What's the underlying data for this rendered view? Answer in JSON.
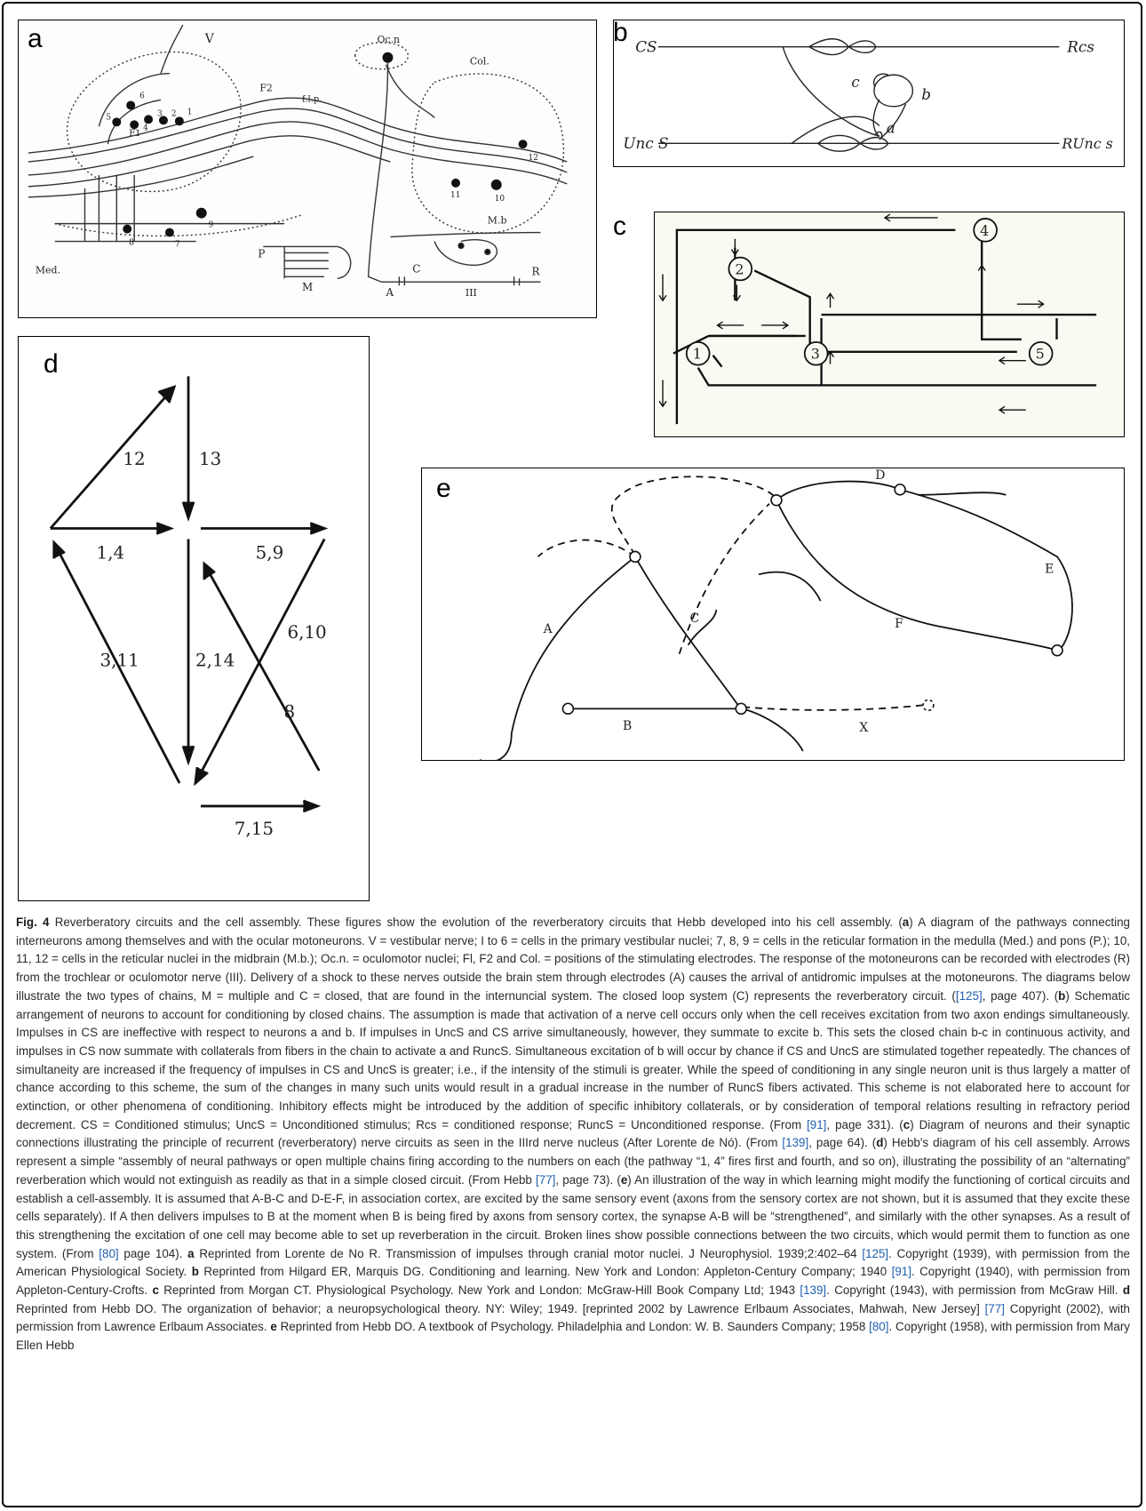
{
  "panels": {
    "a": {
      "letter": "a",
      "labels": [
        "V",
        "6",
        "5",
        "4",
        "3",
        "2",
        "1",
        "F1",
        "F2",
        "f.l.p.",
        "Oc.n",
        "Col.",
        "12",
        "11",
        "10",
        "M.b",
        "9",
        "8",
        "7",
        "P",
        "Med.",
        "M",
        "C",
        "A",
        "R",
        "III"
      ]
    },
    "b": {
      "letter": "b",
      "labels": {
        "cs": "CS",
        "rcs": "Rcs",
        "uncs": "Unc S",
        "runcs": "RUnc s",
        "a": "a",
        "b": "b",
        "c": "c"
      }
    },
    "c": {
      "letter": "c",
      "neurons": [
        "1",
        "2",
        "3",
        "4",
        "5"
      ]
    },
    "d": {
      "letter": "d",
      "labels": [
        "12",
        "13",
        "1,4",
        "5,9",
        "3,11",
        "2,14",
        "6,10",
        "8",
        "7,15"
      ]
    },
    "e": {
      "letter": "e",
      "labels": [
        "D",
        "E",
        "A",
        "C",
        "F",
        "B",
        "X"
      ]
    }
  },
  "caption": {
    "fig_label": "Fig. 4",
    "segments": [
      {
        "t": " Reverberatory circuits and the cell assembly. These figures show the evolution of the reverberatory circuits that Hebb developed into his cell assembly. ("
      },
      {
        "b": "a"
      },
      {
        "t": ") A diagram of the pathways connecting interneurons among themselves and with the ocular motoneurons. V = vestibular nerve; I to 6 = cells in the primary vestibular nuclei; 7, 8, 9 = cells in the reticular formation in the medulla (Med.) and pons (P.); 10, 11, 12 = cells in the reticular nuclei in the midbrain (M.b.); Oc.n. = oculomotor nuclei; Fl, F2 and Col. = positions of the stimulating electrodes. The response of the motoneurons can be recorded with electrodes (R) from the trochlear or oculomotor nerve (III). Delivery of a shock to these nerves outside the brain stem through electrodes (A) causes the arrival of antidromic impulses at the motoneurons. The diagrams below illustrate the two types of chains, M = multiple and C = closed, that are found in the internuncial system. The closed loop system (C) represents the reverberatory circuit. ("
      },
      {
        "r": "[125]"
      },
      {
        "t": ", page 407). ("
      },
      {
        "b": "b"
      },
      {
        "t": ") Schematic arrangement of neurons to account for conditioning by closed chains. The assumption is made that activation of a nerve cell occurs only when the cell receives excitation from two axon endings simultaneously. Impulses in CS are ineffective with respect to neurons a and b. If impulses in UncS and CS arrive simultaneously, however, they summate to excite b. This sets the closed chain b-c in continuous activity, and impulses in CS now summate with collaterals from fibers in the chain to activate a and RuncS. Simultaneous excitation of b will occur by chance if CS and UncS are stimulated together repeatedly. The chances of simultaneity are increased if the frequency of impulses in CS and UncS is greater; i.e., if the intensity of the stimuli is greater. While the speed of conditioning in any single neuron unit is thus largely a matter of chance according to this scheme, the sum of the changes in many such units would result in a gradual increase in the number of RuncS fibers activated. This scheme is not elaborated here to account for extinction, or other phenomena of conditioning. Inhibitory effects might be introduced by the addition of specific inhibitory collaterals, or by consideration of temporal relations resulting in refractory period decrement. CS = Conditioned stimulus; UncS = Unconditioned stimulus; Rcs = conditioned response; RuncS = Unconditioned response. (From "
      },
      {
        "r": "[91]"
      },
      {
        "t": ", page 331). ("
      },
      {
        "b": "c"
      },
      {
        "t": ") Diagram of neurons and their synaptic connections illustrating the principle of recurrent (reverberatory) nerve circuits as seen in the IIIrd nerve nucleus (After Lorente de Nó). (From "
      },
      {
        "r": "[139]"
      },
      {
        "t": ", page 64). ("
      },
      {
        "b": "d"
      },
      {
        "t": ") Hebb's diagram of his cell assembly. Arrows represent a simple “assembly of neural pathways or open multiple chains firing according to the numbers on each (the pathway “1, 4” fires first and fourth, and so on), illustrating the possibility of an “alternating” reverberation which would not extinguish as readily as that in a simple closed circuit. (From Hebb "
      },
      {
        "r": "[77]"
      },
      {
        "t": ", page 73). ("
      },
      {
        "b": "e"
      },
      {
        "t": ") An illustration of the way in which learning might modify the functioning of cortical circuits and establish a cell-assembly. It is assumed that A-B-C and D-E-F, in association cortex, are excited by the same sensory event (axons from the sensory cortex are not shown, but it is assumed that they excite these cells separately). If A then delivers impulses to B at the moment when B is being fired by axons from sensory cortex, the synapse A-B will be “strengthened”, and similarly with the other synapses. As a result of this strengthening the excitation of one cell may become able to set up reverberation in the circuit. Broken lines show possible connections between the two circuits, which would permit them to function as one system. (From "
      },
      {
        "r": "[80]"
      },
      {
        "t": " page 104). "
      },
      {
        "b": "a"
      },
      {
        "t": " Reprinted from Lorente de No R. Transmission of impulses through cranial motor nuclei. J Neurophysiol. 1939;2:402–64 "
      },
      {
        "r": "[125]"
      },
      {
        "t": ". Copyright (1939), with permission from the American Physiological Society. "
      },
      {
        "b": "b"
      },
      {
        "t": " Reprinted from Hilgard ER, Marquis DG. Conditioning and learning. New York and London: Appleton-Century Company; 1940 "
      },
      {
        "r": "[91]"
      },
      {
        "t": ". Copyright (1940), with permission from Appleton-Century-Crofts. "
      },
      {
        "b": "c"
      },
      {
        "t": " Reprinted from Morgan CT. Physiological Psychology. New York and London: McGraw-Hill Book Company Ltd; 1943 "
      },
      {
        "r": "[139]"
      },
      {
        "t": ". Copyright (1943), with permission from McGraw Hill. "
      },
      {
        "b": "d"
      },
      {
        "t": " Reprinted from Hebb DO. The organization of behavior; a neuropsychological theory. NY: Wiley; 1949. [reprinted 2002 by Lawrence Erlbaum Associates, Mahwah, New Jersey] "
      },
      {
        "r": "[77]"
      },
      {
        "t": " Copyright (2002), with permission from Lawrence Erlbaum Associates. "
      },
      {
        "b": "e"
      },
      {
        "t": " Reprinted from Hebb DO. A textbook of Psychology. Philadelphia and London: W. B. Saunders Company; 1958 "
      },
      {
        "r": "[80]"
      },
      {
        "t": ". Copyright (1958), with permission from Mary Ellen Hebb"
      }
    ]
  }
}
